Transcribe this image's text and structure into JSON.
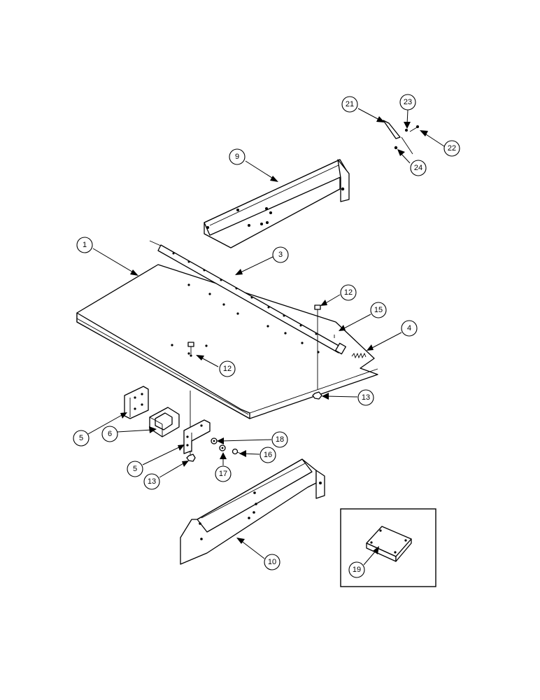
{
  "callouts": [
    {
      "label": "1"
    },
    {
      "label": "3"
    },
    {
      "label": "4"
    },
    {
      "label": "5"
    },
    {
      "label": "5"
    },
    {
      "label": "6"
    },
    {
      "label": "9"
    },
    {
      "label": "10"
    },
    {
      "label": "12"
    },
    {
      "label": "12"
    },
    {
      "label": "13"
    },
    {
      "label": "13"
    },
    {
      "label": "15"
    },
    {
      "label": "16"
    },
    {
      "label": "17"
    },
    {
      "label": "18"
    },
    {
      "label": "19"
    },
    {
      "label": "21"
    },
    {
      "label": "22"
    },
    {
      "label": "23"
    },
    {
      "label": "24"
    }
  ]
}
